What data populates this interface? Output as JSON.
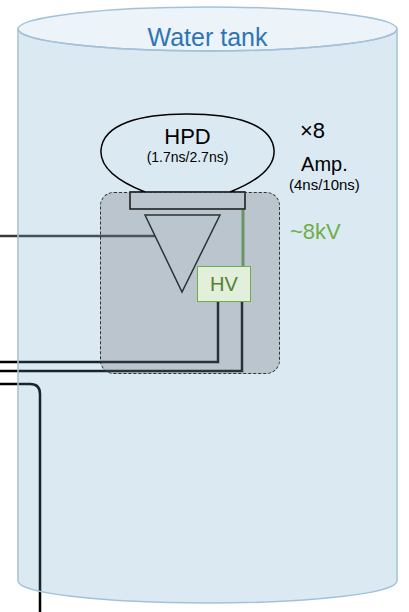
{
  "diagram": {
    "nodes": [
      {
        "text": [
          "Water tank"
        ]
      },
      {
        "text": [
          "HPD",
          "(1.7ns/2.7ns)"
        ],
        "in": 0
      },
      {
        "text": [
          "Amp.",
          "(4ns/10ns)"
        ],
        "in": 0
      },
      {
        "text": [
          "HV"
        ],
        "in": 2
      }
    ],
    "edges": [
      {
        "from": 3,
        "to": 1,
        "arrow": "none"
      }
    ],
    "labels": [
      "×8",
      "~8kV"
    ]
  }
}
